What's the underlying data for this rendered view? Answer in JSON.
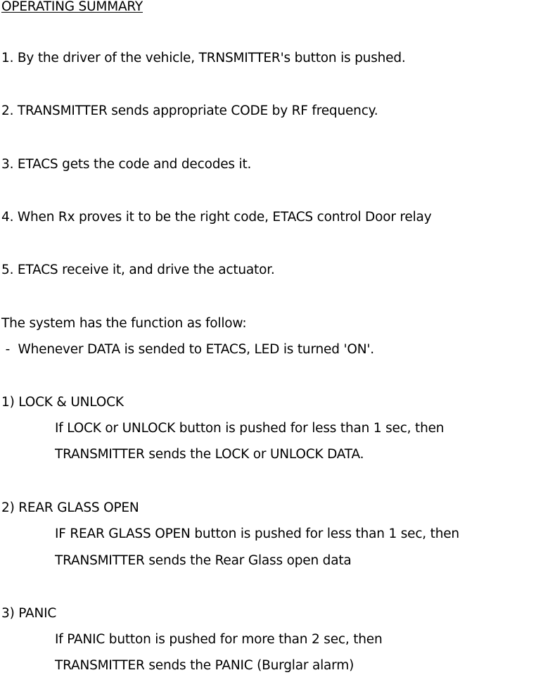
{
  "title": "OPERATING SUMMARY",
  "steps": [
    "1. By the driver of the vehicle, TRNSMITTER's button is pushed.",
    "2. TRANSMITTER sends appropriate CODE by RF frequency.",
    "3. ETACS gets the code and decodes it.",
    "4. When Rx proves it to be the right code, ETACS control Door relay",
    "5. ETACS receive it, and drive the actuator."
  ],
  "function_intro": "The system has the function as follow:",
  "function_note": " -  Whenever DATA is sended to ETACS, LED is turned 'ON'.",
  "functions": [
    {
      "heading": "1) LOCK & UNLOCK",
      "lines": [
        "If LOCK or UNLOCK button is pushed for less than 1 sec, then",
        "TRANSMITTER sends the LOCK or UNLOCK DATA."
      ]
    },
    {
      "heading": "2) REAR GLASS OPEN",
      "lines": [
        "IF REAR GLASS OPEN button is pushed for less than 1 sec, then",
        "TRANSMITTER sends the Rear Glass open data"
      ]
    },
    {
      "heading": "3) PANIC",
      "lines": [
        "If PANIC button is pushed for more than 2 sec, then",
        "TRANSMITTER sends the PANIC (Burglar alarm)"
      ]
    }
  ]
}
